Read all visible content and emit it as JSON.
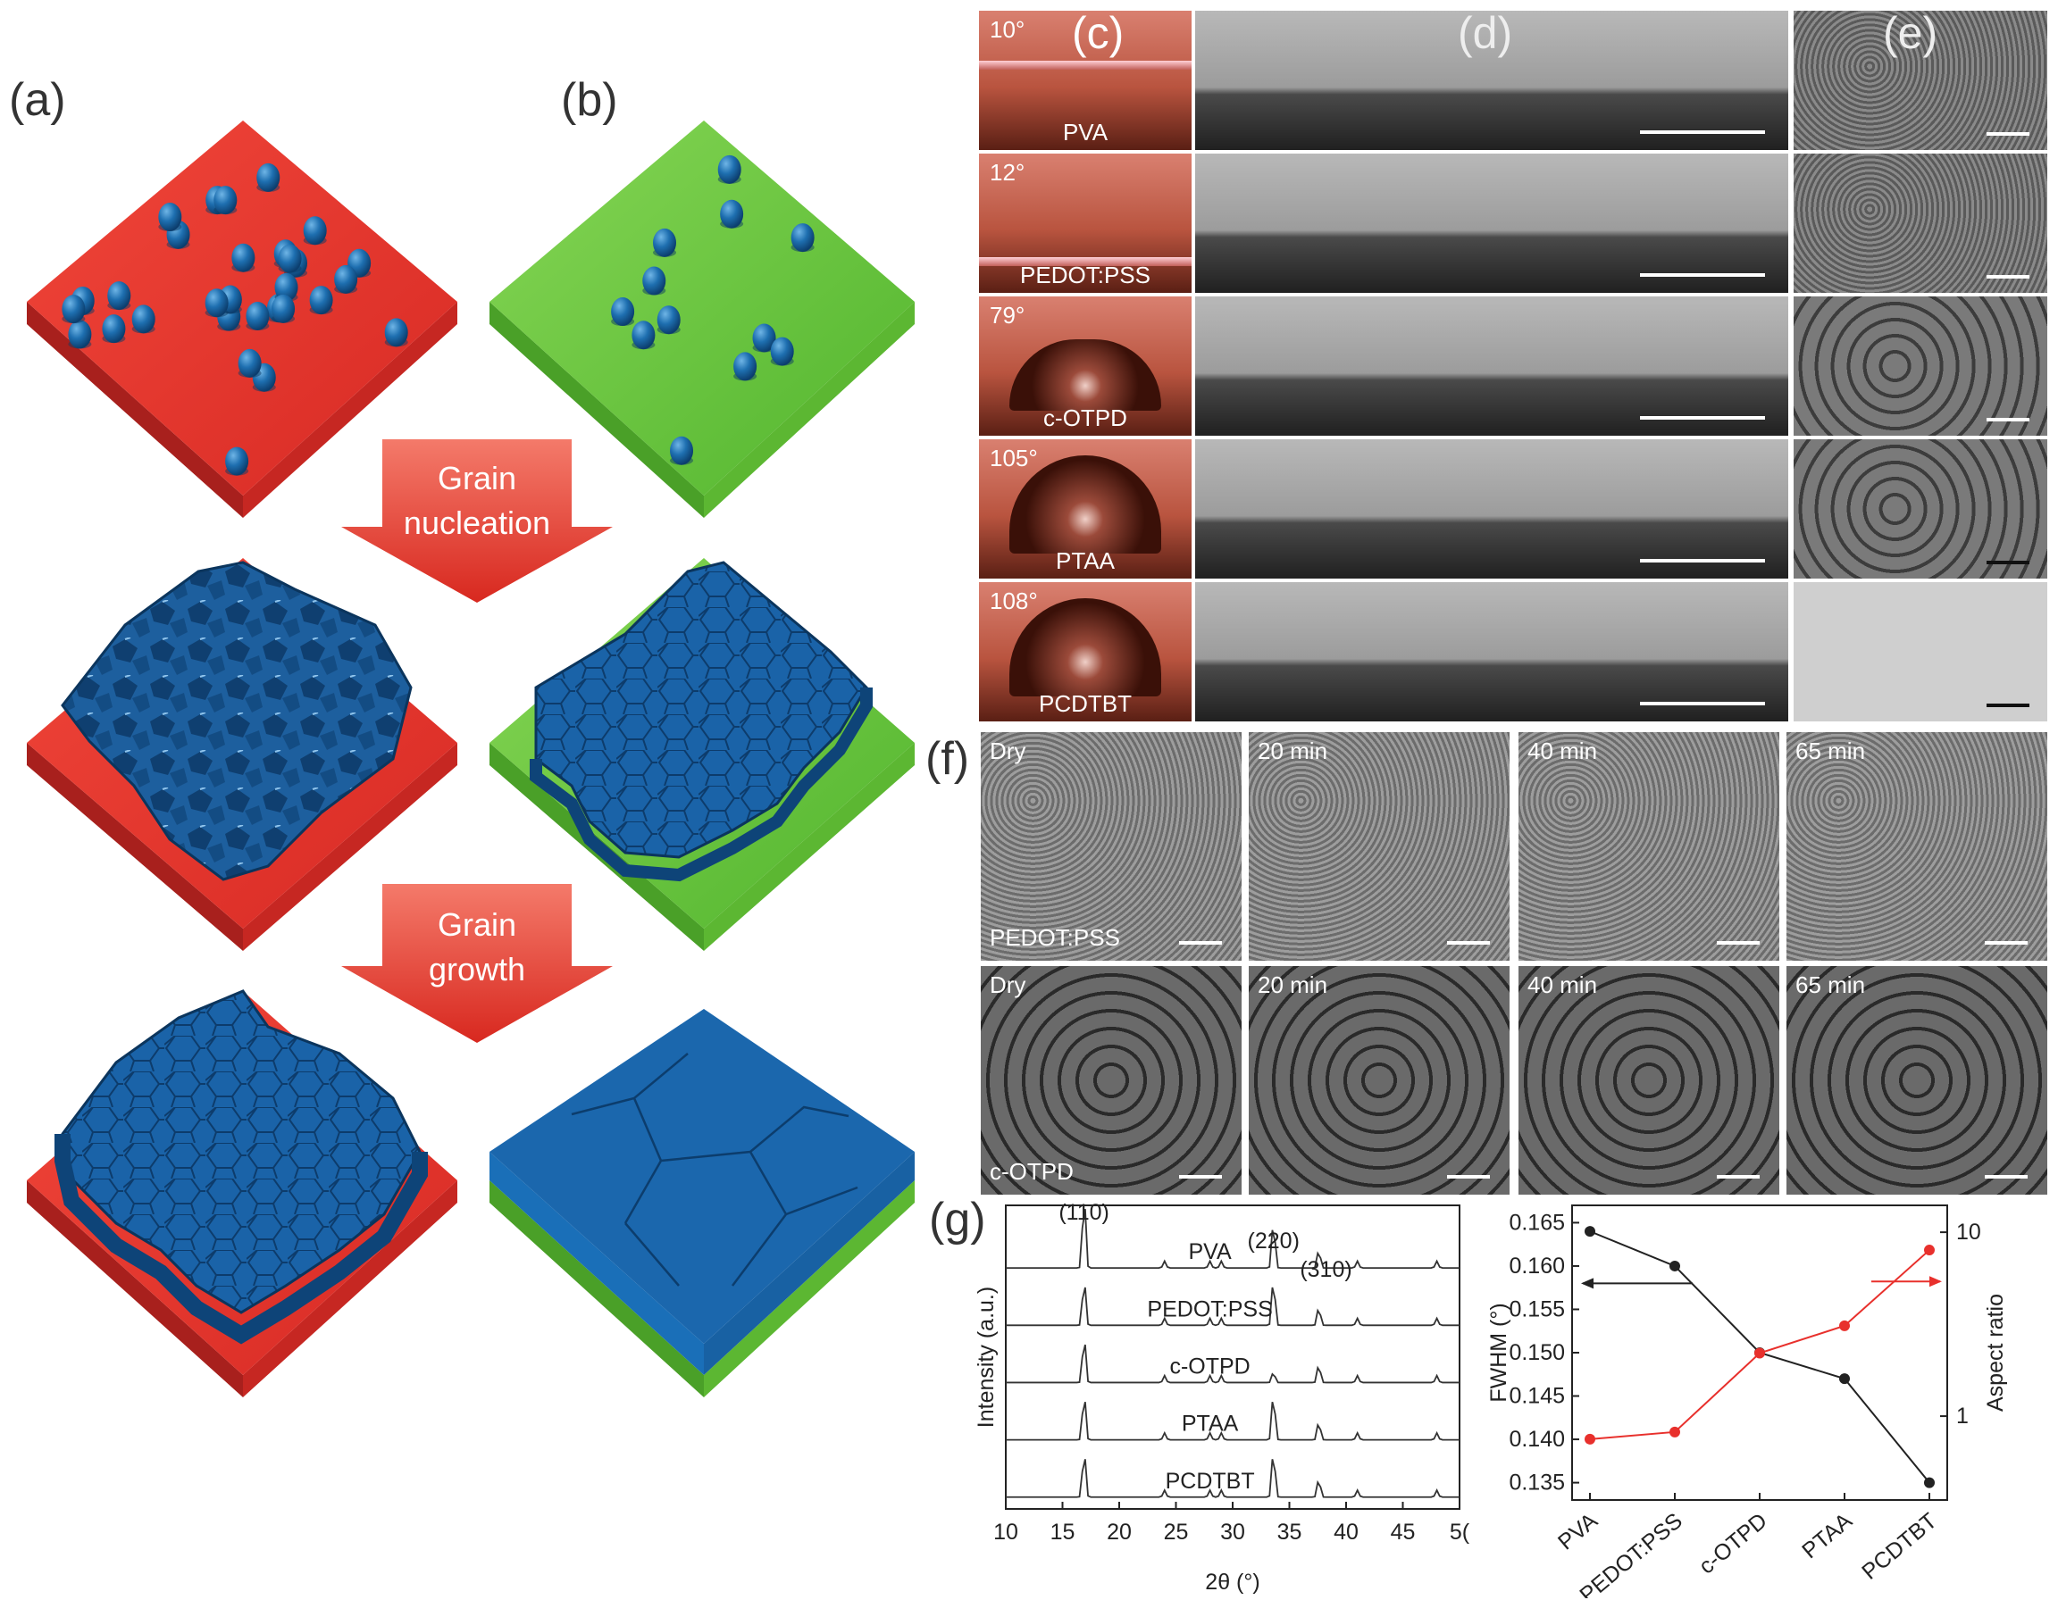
{
  "panel_labels": {
    "a": "(a)",
    "b": "(b)",
    "c": "(c)",
    "d": "(d)",
    "e": "(e)",
    "f": "(f)",
    "g": "(g)"
  },
  "arrows": {
    "nucleation": [
      "Grain",
      "nucleation"
    ],
    "growth": [
      "Grain",
      "growth"
    ]
  },
  "contact_angles": [
    {
      "angle": "10°",
      "substrate": "PVA"
    },
    {
      "angle": "12°",
      "substrate": "PEDOT:PSS"
    },
    {
      "angle": "79°",
      "substrate": "c-OTPD"
    },
    {
      "angle": "105°",
      "substrate": "PTAA"
    },
    {
      "angle": "108°",
      "substrate": "PCDTBT"
    }
  ],
  "annealing": {
    "times": [
      "Dry",
      "20 min",
      "40 min",
      "65 min"
    ],
    "rows": [
      "PEDOT:PSS",
      "c-OTPD"
    ]
  },
  "colors": {
    "hydrophilic": "#e8302c",
    "hydrophobic": "#6cc63a",
    "perovskite": "#1a5fa5",
    "red_series": "#e8302c"
  },
  "chart_data": [
    {
      "type": "line",
      "xlabel": "2θ (°)",
      "ylabel": "Intensity (a.u.)",
      "xlim": [
        10,
        50
      ],
      "x_ticks": [
        "10",
        "15",
        "20",
        "25",
        "30",
        "35",
        "40",
        "45",
        "5("
      ],
      "peak_labels": [
        "(110)",
        "(220)",
        "(310)"
      ],
      "peak_positions": [
        16.9,
        33.6,
        37.6
      ],
      "series": [
        {
          "name": "PVA"
        },
        {
          "name": "PEDOT:PSS"
        },
        {
          "name": "c-OTPD"
        },
        {
          "name": "PTAA"
        },
        {
          "name": "PCDTBT"
        }
      ]
    },
    {
      "type": "line",
      "categories": [
        "PVA",
        "PEDOT:PSS",
        "c-OTPD",
        "PTAA",
        "PCDTBT"
      ],
      "ylabel": "FWHM (°)",
      "ylabel_right": "Aspect ratio",
      "ylim": [
        0.133,
        0.167
      ],
      "y_ticks": [
        "0.135",
        "0.140",
        "0.145",
        "0.150",
        "0.155",
        "0.160",
        "0.165"
      ],
      "y2_ticks": [
        "1",
        "10"
      ],
      "y2_scale": "log",
      "series": [
        {
          "values": [
            0.164,
            0.16,
            0.15,
            0.147,
            0.135
          ],
          "color": "#222222",
          "axis": "left"
        },
        {
          "values": [
            0.75,
            0.82,
            2.2,
            3.1,
            8.0
          ],
          "color": "#e8302c",
          "axis": "right"
        }
      ]
    }
  ]
}
